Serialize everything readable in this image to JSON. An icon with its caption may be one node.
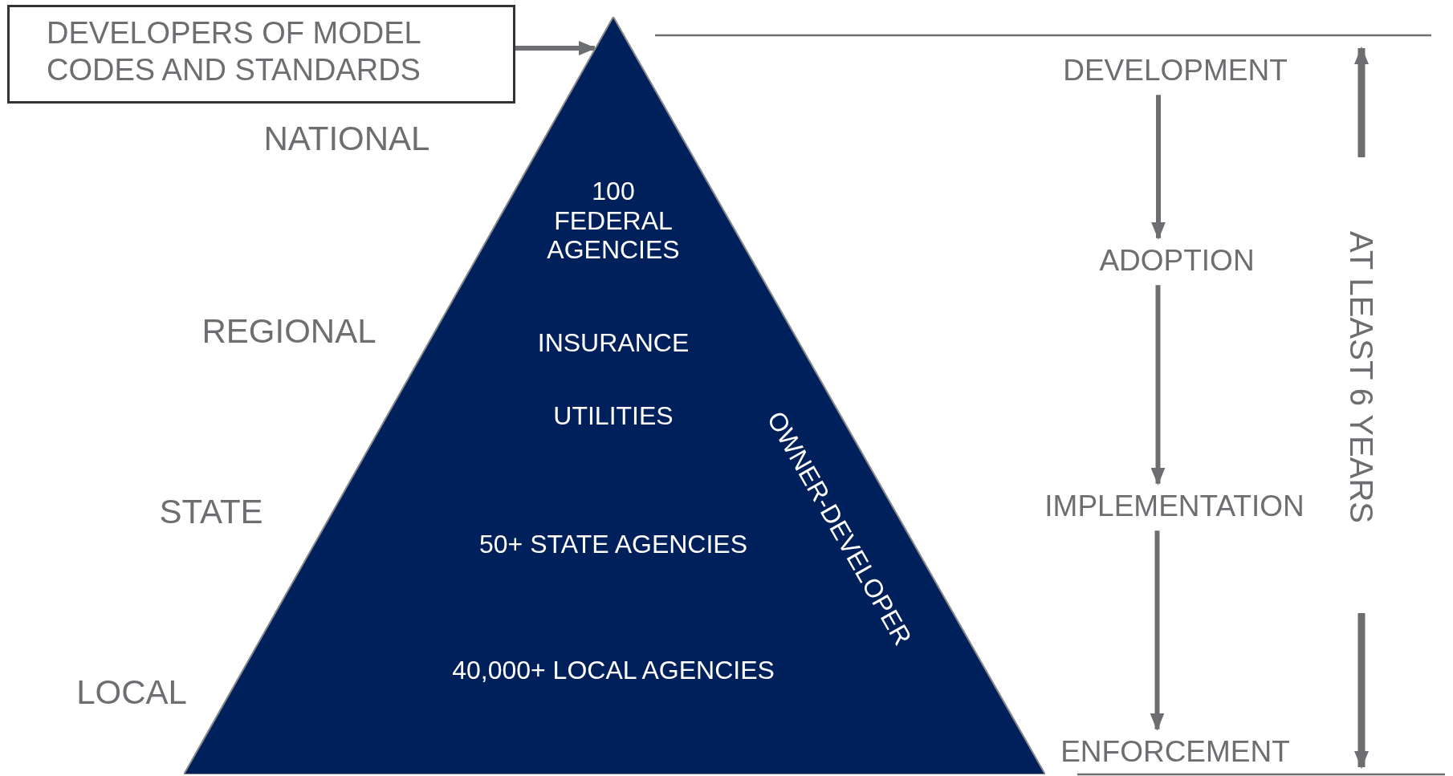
{
  "diagram": {
    "nodes": [
      {
        "text": [
          "DEVELOPERS OF MODEL CODES AND STANDARDS"
        ]
      },
      {
        "text": [
          "100 FEDERAL AGENCIES",
          "INSURANCE",
          "UTILITIES",
          "50+ STATE AGENCIES",
          "40,000+ LOCAL AGENCIES",
          "OWNER-DEVELOPER"
        ]
      },
      {
        "text": [
          "DEVELOPMENT"
        ]
      },
      {
        "text": [
          "ADOPTION"
        ]
      },
      {
        "text": [
          "IMPLEMENTATION"
        ]
      },
      {
        "text": [
          "ENFORCEMENT"
        ]
      }
    ],
    "edges": [
      {
        "from": 0,
        "to": 1,
        "arrow": "to"
      },
      {
        "from": 2,
        "to": 3,
        "arrow": "to"
      },
      {
        "from": 3,
        "to": 4,
        "arrow": "to"
      },
      {
        "from": 4,
        "to": 5,
        "arrow": "to"
      }
    ],
    "labels": [
      "NATIONAL",
      "REGIONAL",
      "STATE",
      "LOCAL",
      "AT LEAST 6 YEARS"
    ]
  }
}
